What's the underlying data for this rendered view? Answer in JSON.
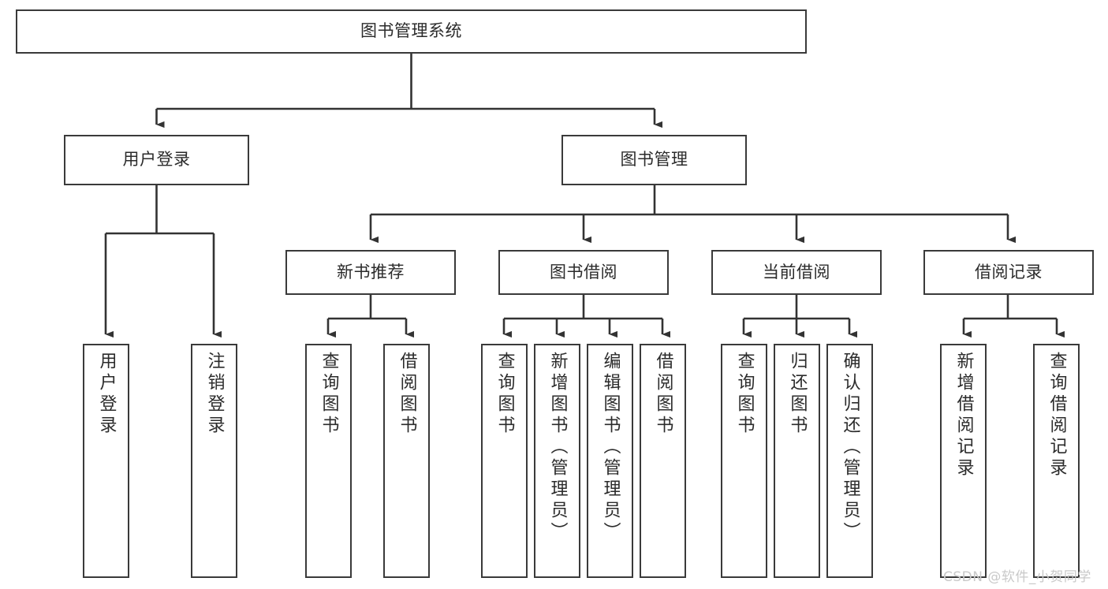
{
  "diagram": {
    "title": "图书管理系统",
    "type": "tree-hierarchy-chart",
    "watermark": "CSDN @软件_小贺同学",
    "colors": {
      "box_border": "#3a3a3a",
      "box_fill": "#ffffff",
      "connector": "#333333",
      "text": "#2b2b2b",
      "watermark": "#c9c9c9"
    },
    "root": {
      "label": "图书管理系统"
    },
    "level2": [
      {
        "label": "用户登录"
      },
      {
        "label": "图书管理"
      }
    ],
    "level3": [
      {
        "label": "新书推荐"
      },
      {
        "label": "图书借阅"
      },
      {
        "label": "当前借阅"
      },
      {
        "label": "借阅记录"
      }
    ],
    "leaves": {
      "user_login": [
        {
          "label": "用户登录"
        },
        {
          "label": "注销登录"
        }
      ],
      "new_book_recommend": [
        {
          "label": "查询图书"
        },
        {
          "label": "借阅图书"
        }
      ],
      "book_borrow": [
        {
          "label": "查询图书"
        },
        {
          "label": "新增图书（管理员）"
        },
        {
          "label": "编辑图书（管理员）"
        },
        {
          "label": "借阅图书"
        }
      ],
      "current_borrow": [
        {
          "label": "查询图书"
        },
        {
          "label": "归还图书"
        },
        {
          "label": "确认归还（管理员）"
        }
      ],
      "borrow_record": [
        {
          "label": "新增借阅记录"
        },
        {
          "label": "查询借阅记录"
        }
      ]
    }
  }
}
